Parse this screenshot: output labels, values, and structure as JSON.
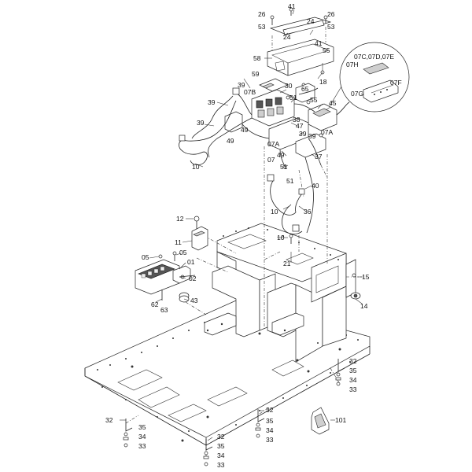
{
  "diagram": {
    "labels": [
      {
        "id": "41a",
        "text": "41"
      },
      {
        "id": "26a",
        "text": "26"
      },
      {
        "id": "26b",
        "text": "26"
      },
      {
        "id": "24a",
        "text": "24"
      },
      {
        "id": "24b",
        "text": "24"
      },
      {
        "id": "53a",
        "text": "53"
      },
      {
        "id": "53b",
        "text": "53"
      },
      {
        "id": "41b",
        "text": "41"
      },
      {
        "id": "55a",
        "text": "55"
      },
      {
        "id": "58",
        "text": "58"
      },
      {
        "id": "18",
        "text": "18"
      },
      {
        "id": "07ce",
        "text": "07C,07D,07E"
      },
      {
        "id": "07h",
        "text": "07H"
      },
      {
        "id": "07f",
        "text": "07F"
      },
      {
        "id": "07g",
        "text": "07G"
      },
      {
        "id": "59",
        "text": "59"
      },
      {
        "id": "39a",
        "text": "39"
      },
      {
        "id": "30",
        "text": "30"
      },
      {
        "id": "65",
        "text": "65"
      },
      {
        "id": "07b",
        "text": "07B"
      },
      {
        "id": "51a",
        "text": "51"
      },
      {
        "id": "55b",
        "text": "55"
      },
      {
        "id": "45",
        "text": "45"
      },
      {
        "id": "39b",
        "text": "39"
      },
      {
        "id": "38",
        "text": "38"
      },
      {
        "id": "47",
        "text": "47"
      },
      {
        "id": "39c",
        "text": "39"
      },
      {
        "id": "49a",
        "text": "49"
      },
      {
        "id": "39d",
        "text": "39"
      },
      {
        "id": "39e",
        "text": "39"
      },
      {
        "id": "07a1",
        "text": "07A"
      },
      {
        "id": "49b",
        "text": "49"
      },
      {
        "id": "07a2",
        "text": "07A"
      },
      {
        "id": "49c",
        "text": "49"
      },
      {
        "id": "07",
        "text": "07"
      },
      {
        "id": "37",
        "text": "37"
      },
      {
        "id": "51b",
        "text": "51"
      },
      {
        "id": "10a",
        "text": "10"
      },
      {
        "id": "51c",
        "text": "51"
      },
      {
        "id": "40",
        "text": "40"
      },
      {
        "id": "10b",
        "text": "10"
      },
      {
        "id": "36",
        "text": "36"
      },
      {
        "id": "12",
        "text": "12"
      },
      {
        "id": "10c",
        "text": "10"
      },
      {
        "id": "11",
        "text": "11"
      },
      {
        "id": "05a",
        "text": "05"
      },
      {
        "id": "05b",
        "text": "05"
      },
      {
        "id": "21",
        "text": "21"
      },
      {
        "id": "01",
        "text": "01"
      },
      {
        "id": "15",
        "text": "15"
      },
      {
        "id": "02",
        "text": "02"
      },
      {
        "id": "43",
        "text": "43"
      },
      {
        "id": "62",
        "text": "62"
      },
      {
        "id": "63",
        "text": "63"
      },
      {
        "id": "14",
        "text": "14"
      },
      {
        "id": "32a",
        "text": "32"
      },
      {
        "id": "35a",
        "text": "35"
      },
      {
        "id": "34a",
        "text": "34"
      },
      {
        "id": "33a",
        "text": "33"
      },
      {
        "id": "32b",
        "text": "32"
      },
      {
        "id": "101",
        "text": "101"
      },
      {
        "id": "35b",
        "text": "35"
      },
      {
        "id": "32c",
        "text": "32"
      },
      {
        "id": "34b",
        "text": "34"
      },
      {
        "id": "35c",
        "text": "35"
      },
      {
        "id": "33b",
        "text": "33"
      },
      {
        "id": "34c",
        "text": "34"
      },
      {
        "id": "33c",
        "text": "33"
      },
      {
        "id": "32d",
        "text": "32"
      },
      {
        "id": "35d",
        "text": "35"
      },
      {
        "id": "34d",
        "text": "34"
      },
      {
        "id": "33d",
        "text": "33"
      }
    ]
  }
}
